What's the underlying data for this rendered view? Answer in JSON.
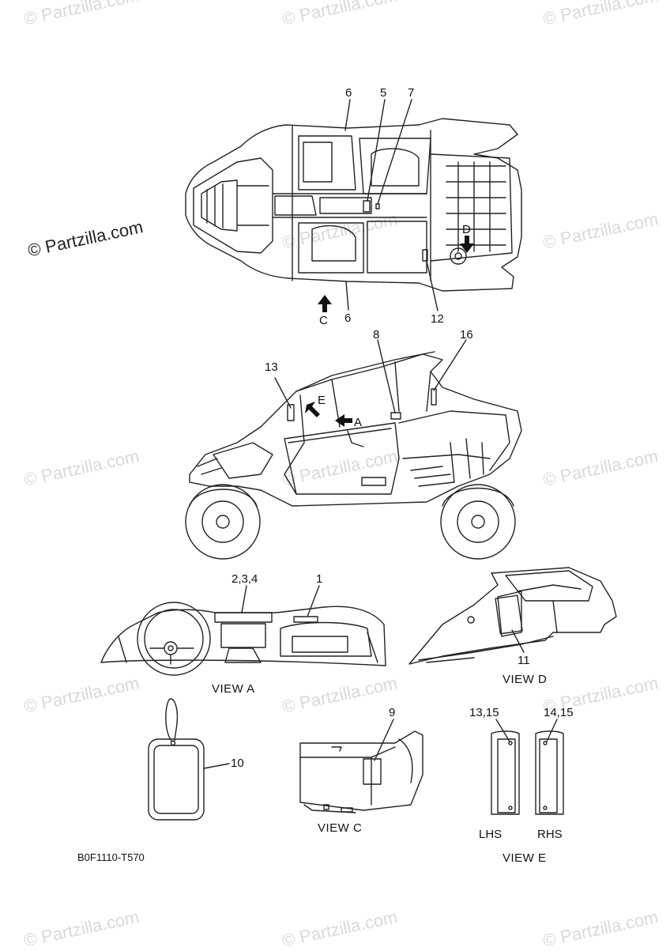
{
  "watermark": {
    "text": "© Partzilla.com"
  },
  "callouts": {
    "c6_top": "6",
    "c5": "5",
    "c7": "7",
    "c6_bottom": "6",
    "cD_top": "D",
    "cC": "C",
    "c12": "12",
    "c8": "8",
    "c16": "16",
    "c13": "13",
    "cE": "E",
    "cA": "A",
    "c234": "2,3,4",
    "c1": "1",
    "c11": "11",
    "c9": "9",
    "c10": "10",
    "c1315": "13,15",
    "c1415": "14,15",
    "lhs": "LHS",
    "rhs": "RHS"
  },
  "views": {
    "view_a": "VIEW A",
    "view_d": "VIEW D",
    "view_c": "VIEW C",
    "view_e": "VIEW E"
  },
  "diagram_code": "B0F1110-T570",
  "icons": [
    "arrow-down-icon",
    "arrow-up-icon",
    "arrow-left-icon",
    "arrow-diagonal-icon"
  ],
  "colors": {
    "line": "#222222",
    "watermark": "#d9d9d9"
  }
}
